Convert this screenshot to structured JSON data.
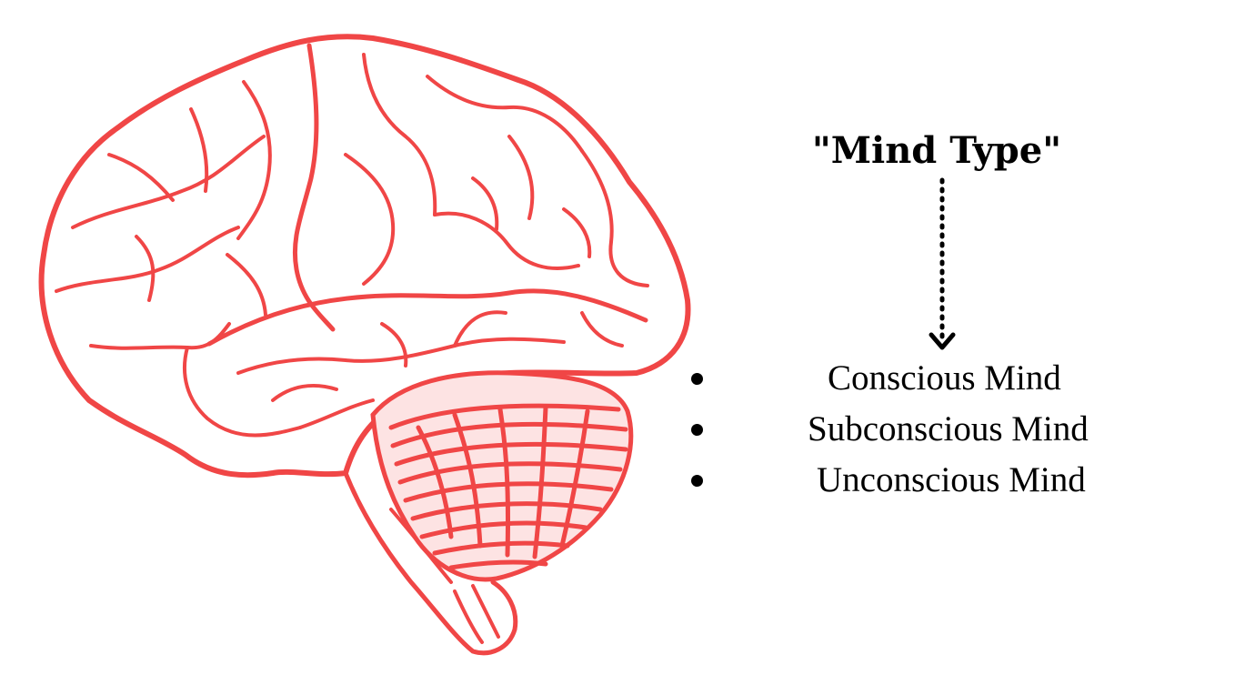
{
  "diagram": {
    "title": "\"Mind Type\"",
    "items": [
      {
        "label": "Conscious Mind"
      },
      {
        "label": "Subconscious Mind"
      },
      {
        "label": "Unconscious Mind"
      }
    ]
  },
  "colors": {
    "brain_stroke": "#f04646",
    "cerebellum_fill": "#f04646",
    "text": "#000000",
    "background": "#ffffff"
  },
  "icons": {
    "illustration": "brain-icon",
    "connector": "dotted-arrow-down-icon",
    "bullet": "bullet-dot-icon"
  }
}
